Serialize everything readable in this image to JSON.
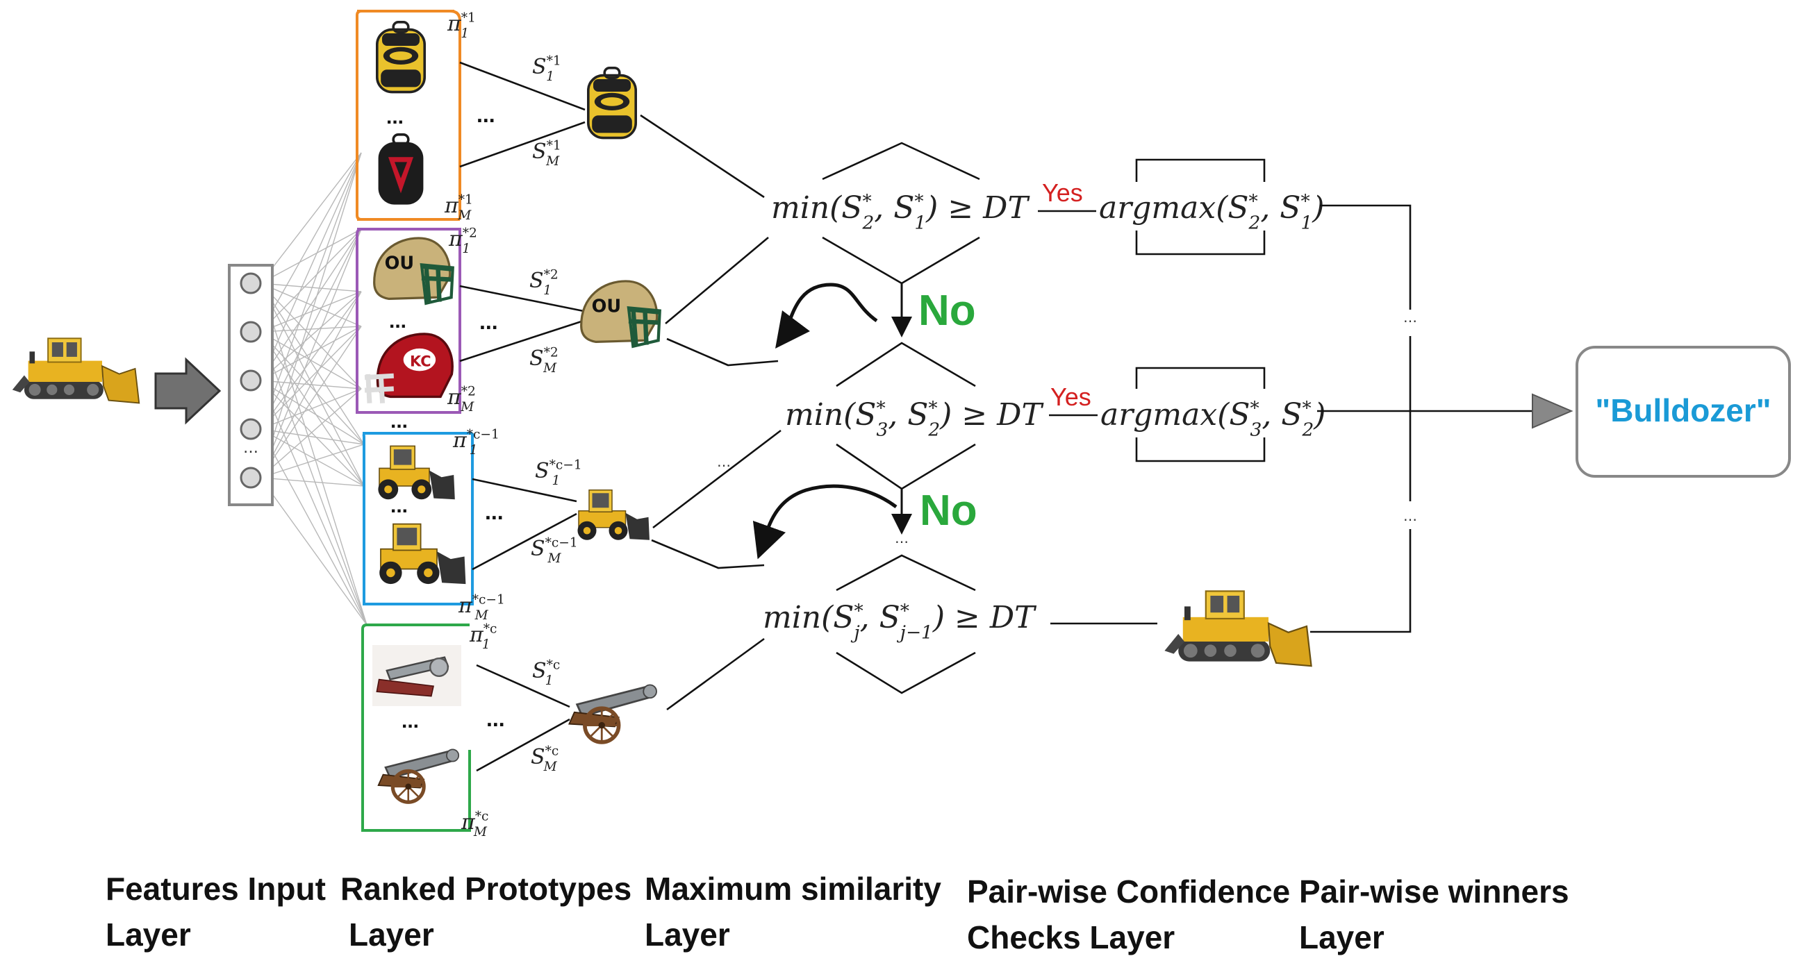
{
  "pi_labels": {
    "c1_top": {
      "base": "π",
      "sub": "1",
      "sup": "*1"
    },
    "c1_bot": {
      "base": "π",
      "sub": "M",
      "sup": "*1"
    },
    "c2_top": {
      "base": "π",
      "sub": "1",
      "sup": "*2"
    },
    "c2_bot": {
      "base": "π",
      "sub": "M",
      "sup": "*2"
    },
    "c3_top": {
      "base": "π",
      "sub": "1",
      "sup": "*c−1"
    },
    "c3_bot": {
      "base": "π",
      "sub": "M",
      "sup": "*c−1"
    },
    "c4_top": {
      "base": "π",
      "sub": "1",
      "sup": "*c"
    },
    "c4_bot": {
      "base": "π",
      "sub": "M",
      "sup": "*c"
    }
  },
  "s_labels": {
    "c1_top": {
      "base": "S",
      "sub": "1",
      "sup": "*1"
    },
    "c1_bot": {
      "base": "S",
      "sub": "M",
      "sup": "*1"
    },
    "c2_top": {
      "base": "S",
      "sub": "1",
      "sup": "*2"
    },
    "c2_bot": {
      "base": "S",
      "sub": "M",
      "sup": "*2"
    },
    "c3_top": {
      "base": "S",
      "sub": "1",
      "sup": "*c−1"
    },
    "c3_bot": {
      "base": "S",
      "sub": "M",
      "sup": "*c−1"
    },
    "c4_top": {
      "base": "S",
      "sub": "1",
      "sup": "*c"
    },
    "c4_bot": {
      "base": "S",
      "sub": "M",
      "sup": "*c"
    }
  },
  "ellipsis": "...",
  "small_ellipsis": "…",
  "checks": {
    "check1": {
      "pre": "min(S",
      "a_sub": "2",
      "mid": ", S",
      "b_sub": "1",
      "post": ") ≥ DT"
    },
    "check2": {
      "pre": "min(S",
      "a_sub": "3",
      "mid": ", S",
      "b_sub": "2",
      "post": ") ≥ DT"
    },
    "check3": {
      "pre": "min(S",
      "a_sub": "j",
      "mid": ", S",
      "b_sub": "j−1",
      "post": ") ≥ DT"
    }
  },
  "winners": {
    "win1": {
      "pre": "argmax(S",
      "a_sub": "2",
      "mid": ", S",
      "b_sub": "1",
      "post": ")"
    },
    "win2": {
      "pre": "argmax(S",
      "a_sub": "3",
      "mid": ", S",
      "b_sub": "2",
      "post": ")"
    }
  },
  "star": "*",
  "yes_label": "Yes",
  "no_label": "No",
  "output_label": "\"Bulldozer\"",
  "layers": {
    "features": {
      "line1": "Features Input",
      "line2": "Layer"
    },
    "ranked": {
      "line1": "Ranked Prototypes",
      "line2": "Layer"
    },
    "maxsim": {
      "line1": "Maximum similarity",
      "line2": "Layer"
    },
    "pairwise_checks": {
      "line1": "Pair-wise Confidence",
      "line2": "Checks Layer"
    },
    "pairwise_winners": {
      "line1": "Pair-wise winners",
      "line2": "Layer"
    }
  },
  "colors": {
    "class1": "#f08a24",
    "class2": "#9b59b6",
    "class3": "#1e9be0",
    "class4": "#2ea84a",
    "yes": "#d42020",
    "no": "#2aa83c",
    "output": "#1a9ad6",
    "box": "#888888"
  },
  "icons": {
    "input": "bulldozer-icon",
    "class1": "backpack-icon",
    "class2": "helmet-icon",
    "class3": "bulldozer-icon",
    "class4": "cannon-icon"
  }
}
